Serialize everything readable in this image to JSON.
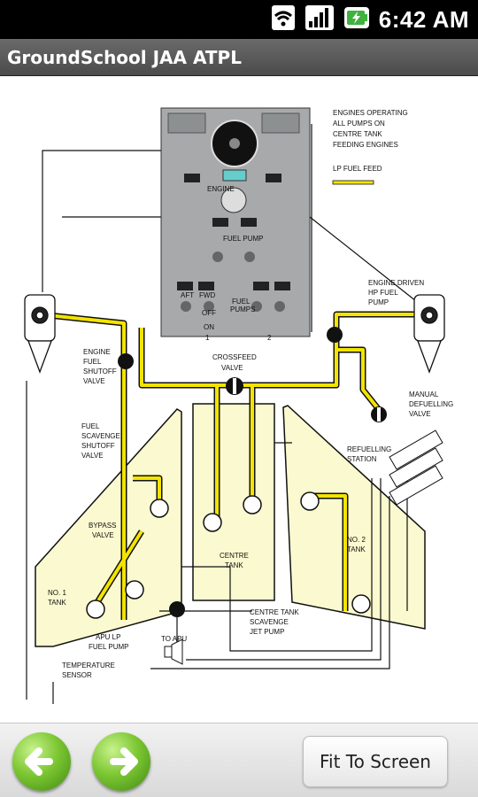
{
  "status_bar": {
    "time": "6:42 AM",
    "icons": [
      "wifi-icon",
      "signal-icon",
      "battery-charging-icon"
    ]
  },
  "app": {
    "title": "GroundSchool JAA ATPL"
  },
  "diagram": {
    "legend": {
      "line1": "ENGINES OPERATING",
      "line2": "ALL PUMPS ON",
      "line3": "CENTRE TANK",
      "line4": "FEEDING ENGINES",
      "lp_feed": "LP FUEL FEED"
    },
    "labels": {
      "engine_driven_1": "ENGINE DRIVEN",
      "engine_driven_2": "HP FUEL",
      "engine_driven_3": "PUMP",
      "crossfeed_1": "CROSSFEED",
      "crossfeed_2": "VALVE",
      "shutoff_1": "ENGINE",
      "shutoff_2": "FUEL",
      "shutoff_3": "SHUTOFF",
      "shutoff_4": "VALVE",
      "scavenge_1": "FUEL",
      "scavenge_2": "SCAVENGE",
      "scavenge_3": "SHUTOFF",
      "scavenge_4": "VALVE",
      "manual_1": "MANUAL",
      "manual_2": "DEFUELLING",
      "manual_3": "VALVE",
      "refuel_1": "REFUELLING",
      "refuel_2": "STATION",
      "bypass_1": "BYPASS",
      "bypass_2": "VALVE",
      "centre_1": "CENTRE",
      "centre_2": "TANK",
      "no2_1": "NO. 2",
      "no2_2": "TANK",
      "no1_1": "NO. 1",
      "no1_2": "TANK",
      "jet_1": "CENTRE TANK",
      "jet_2": "SCAVENGE",
      "jet_3": "JET PUMP",
      "apu_1": "APU LP",
      "apu_2": "FUEL PUMP",
      "to_apu": "TO APU",
      "temp_1": "TEMPERATURE",
      "temp_2": "SENSOR",
      "panel_engine": "ENGINE",
      "panel_fuelpump": "FUEL PUMP",
      "panel_aft": "AFT",
      "panel_fwd": "FWD",
      "panel_off": "OFF",
      "panel_on": "ON",
      "panel_fuel": "FUEL",
      "panel_pumps": "PUMPS",
      "num_1": "1",
      "num_2": "2"
    }
  },
  "bottom_bar": {
    "fit_label": "Fit To Screen"
  },
  "colors": {
    "fuel_line": "#f3e400",
    "tank_fill": "#fbf9cf",
    "panel": "#a7a9ab"
  }
}
